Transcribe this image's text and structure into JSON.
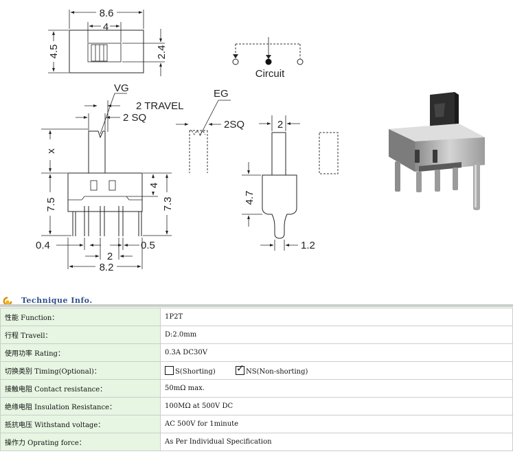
{
  "drawing": {
    "top_view": {
      "width_label": "8.6",
      "slot_label": "4",
      "height_label": "4.5",
      "knob_label": "2.4"
    },
    "circuit_label": "Circuit",
    "front_view": {
      "vg_label": "VG",
      "travel_label": "2 TRAVEL",
      "sq_label": "2 SQ",
      "x_label": "x",
      "height_label": "7.5",
      "inner_label": "4",
      "overall_label": "7.3",
      "pin_left_label": "0.4",
      "pin_pitch_label": "2",
      "pin_right_label": "0.5",
      "base_width_label": "8.2"
    },
    "eg_view": {
      "eg_label": "EG",
      "sq_label": "2SQ"
    },
    "side_view": {
      "width_label": "2",
      "height_label": "4.7",
      "pin_label": "1.2"
    }
  },
  "tech": {
    "title": "Technique Info.",
    "rows": [
      {
        "label": "性能 Function：",
        "value": "1P2T"
      },
      {
        "label": "行程 Travell：",
        "value": "D:2.0mm"
      },
      {
        "label": "使用功率 Rating：",
        "value": "0.3A DC30V"
      },
      {
        "label": "切换类别 Timing(Optional)：",
        "options": [
          {
            "text": "S(Shorting)",
            "checked": false
          },
          {
            "text": "NS(Non-shorting)",
            "checked": true
          }
        ]
      },
      {
        "label": "接触电阻 Contact resistance：",
        "value": "50mΩ max."
      },
      {
        "label": "绝缘电阻 Insulation Resistance：",
        "value": "100MΩ at 500V DC"
      },
      {
        "label": "抵抗电压 Withstand voltage：",
        "value": "AC 500V for 1minute"
      },
      {
        "label": "操作力 Oprating force：",
        "value": "As Per Individual Specification"
      }
    ]
  }
}
